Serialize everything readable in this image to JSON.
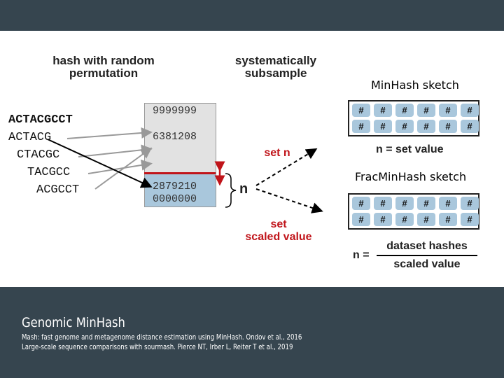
{
  "header": {
    "col1": "hash with random\npermutation",
    "col2": "systematically\nsubsample"
  },
  "sequences": [
    "ACTACGCCT",
    "ACTACG",
    "CTACGC",
    "TACGCC",
    "ACGCCT"
  ],
  "hash_values": {
    "max": "9999999",
    "value1": "6381208",
    "value2": "2879210",
    "min": "0000000"
  },
  "labels": {
    "n": "n",
    "set_n": "set n",
    "set_scaled": "set\nscaled value"
  },
  "minhash": {
    "title": "MinHash sketch",
    "caption": "n = set value",
    "cell": "#"
  },
  "fracminhash": {
    "title": "FracMinHash sketch",
    "cell": "#",
    "formula_lhs": "n =",
    "numerator": "dataset hashes",
    "denominator": "scaled value"
  },
  "footer": {
    "title": "Genomic MinHash",
    "citations": [
      "Mash: fast genome and metagenome distance estimation using MinHash. Ondov et al., 2016",
      "Large-scale sequence comparisons with sourmash. Pierce NT, Irber L, Reiter T et al., 2019"
    ]
  },
  "colors": {
    "bar": "#36454f",
    "gray_region": "#e2e2e2",
    "blue_region": "#a9c7dc",
    "threshold": "#c0141a",
    "cell": "#a9c7dc"
  }
}
